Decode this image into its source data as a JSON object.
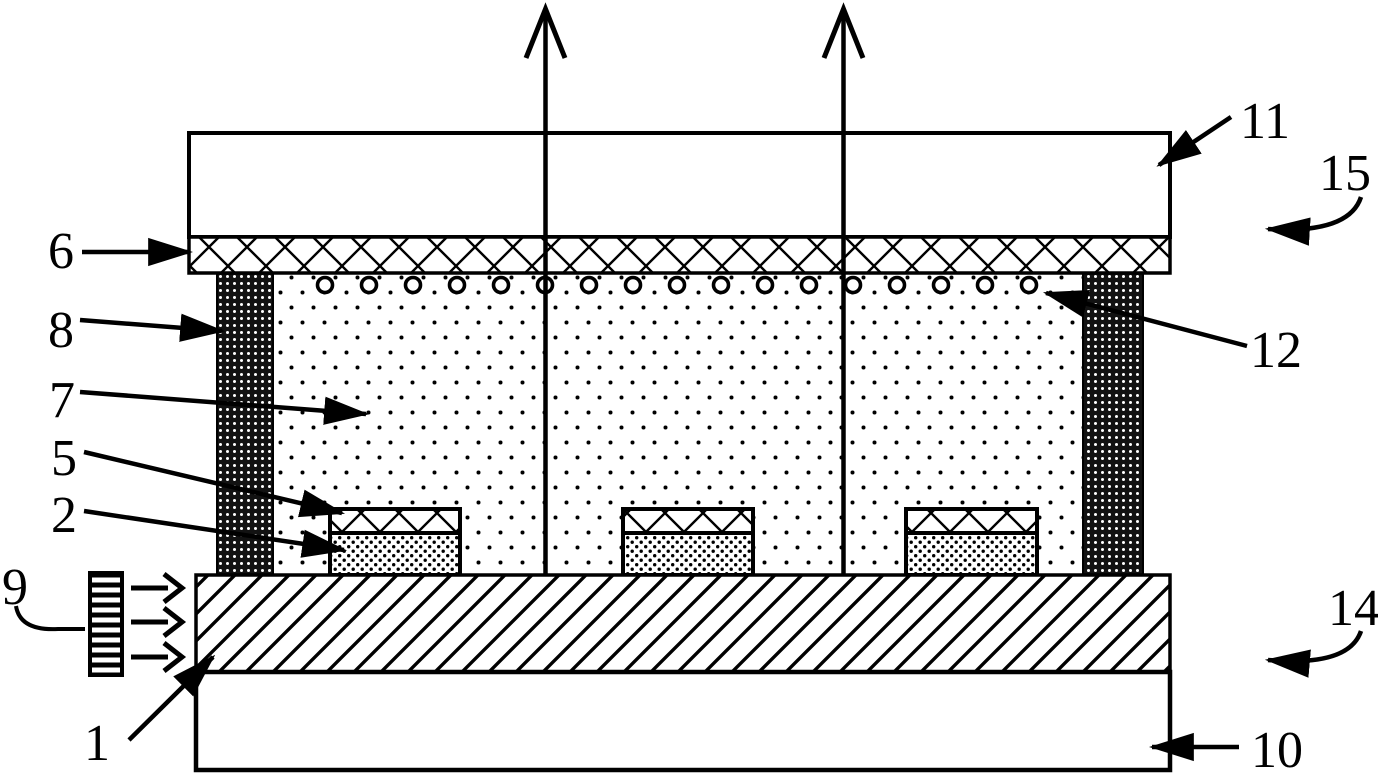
{
  "figure": {
    "description": "Patent-style cross-section diagram of a layered display/lamp device with numbered callouts",
    "background": "#ffffff",
    "ink": "#000000",
    "callouts": {
      "c1": "1",
      "c2": "2",
      "c5": "5",
      "c6": "6",
      "c7": "7",
      "c8": "8",
      "c9": "9",
      "c10": "10",
      "c11": "11",
      "c12": "12",
      "c14": "14",
      "c15": "15"
    }
  }
}
